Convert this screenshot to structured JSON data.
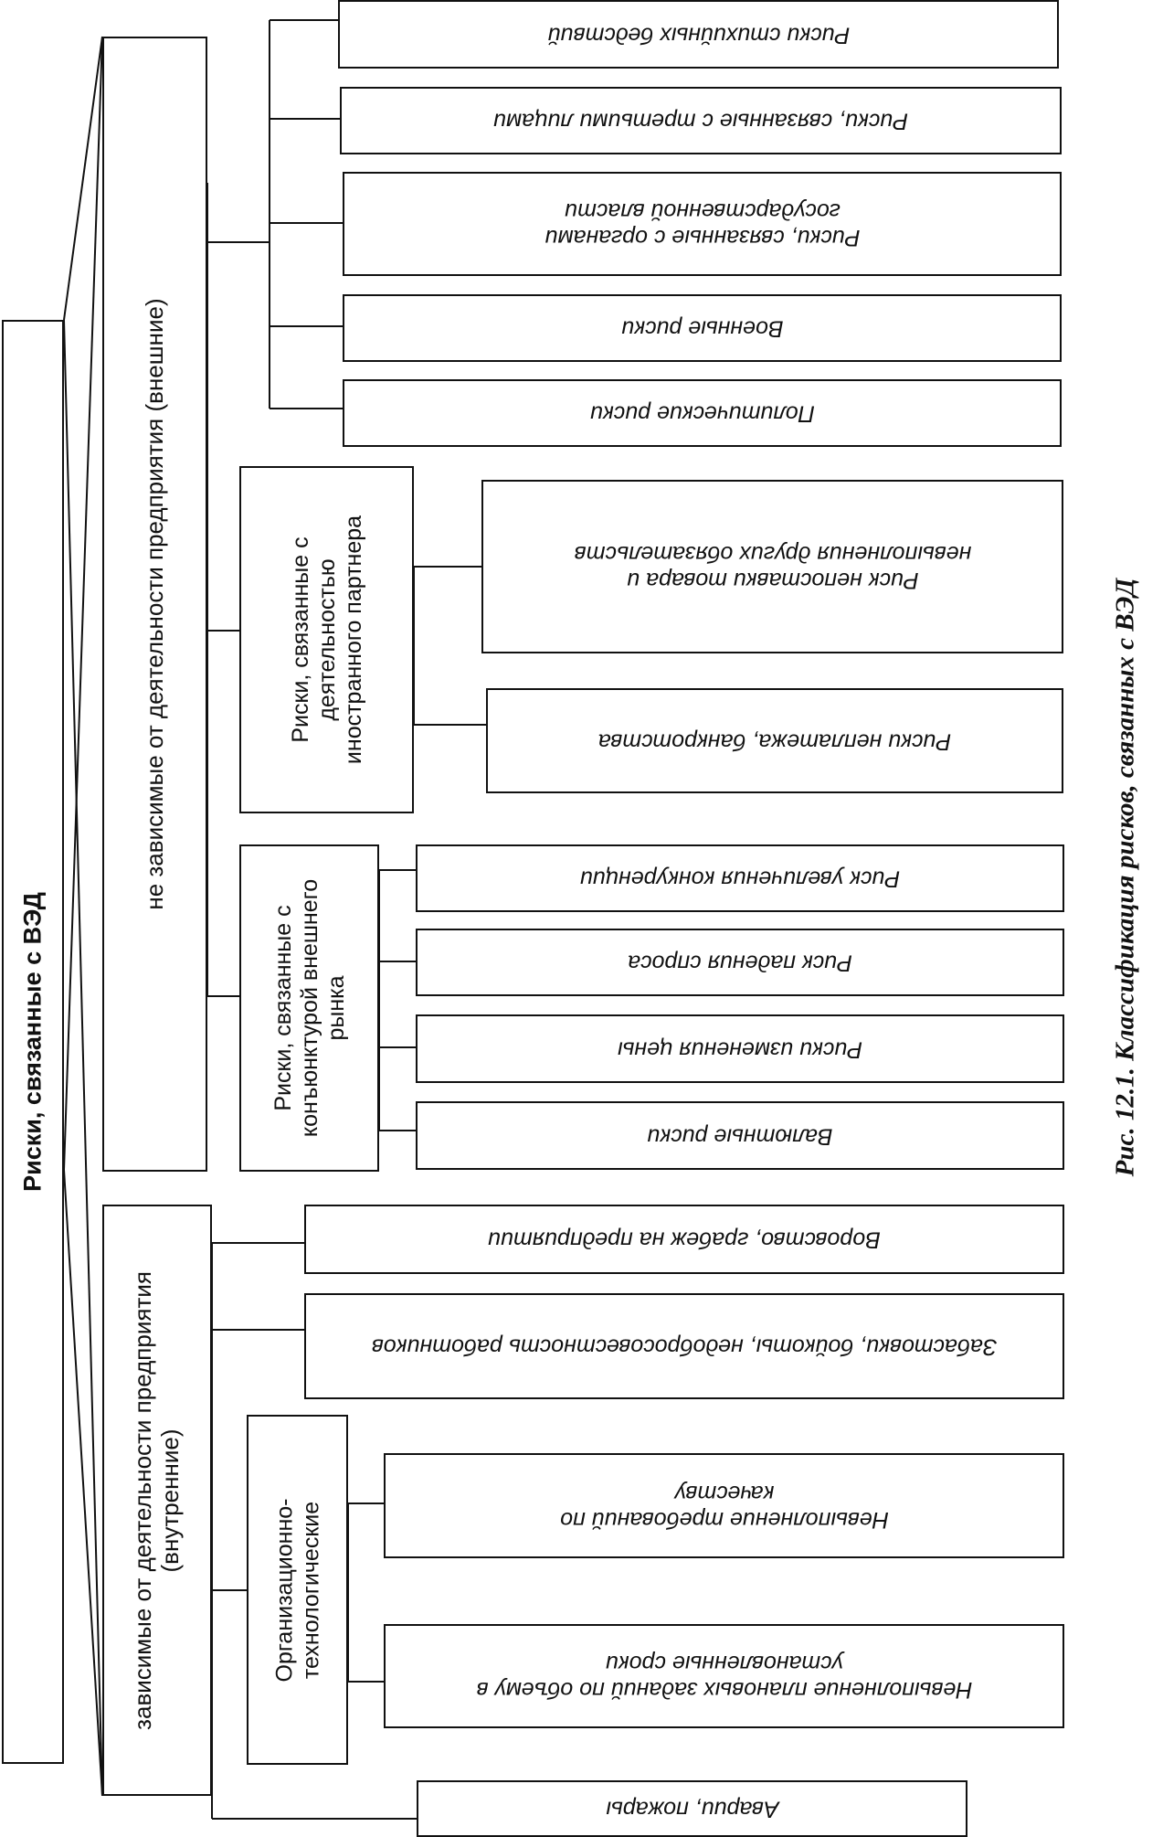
{
  "root": "Риски, связанные с ВЭД",
  "external": {
    "label": "не зависимые от деятельности предприятия (внешние)",
    "general": [
      "Риски стихийных бедствий",
      "Риски, связанные с третьими лицами",
      "Риски, связанные с органами государственной власти",
      "Военные риски",
      "Политические риски"
    ],
    "partner": {
      "label": "Риски, связанные с деятельностью иностранного партнера",
      "items": [
        "Риск непоставки товара и невыполнения других обязательств",
        "Риски неплатежа, банкротства"
      ]
    },
    "market": {
      "label": "Риски, связанные с конъюнктурой внешнего рынка",
      "items": [
        "Риск увеличения конкуренции",
        "Риск падения спроса",
        "Риски изменения цены",
        "Валютные риски"
      ]
    }
  },
  "internal": {
    "label": "зависимые от деятельности предприятия (внутренние)",
    "direct": [
      "Воровство, грабеж на предприятии",
      "Забастовки, бойкоты, недобросовестность работников"
    ],
    "orgtech": {
      "label": "Организационно-технологические",
      "items": [
        "Невыполнение требований по качеству",
        "Невыполнение плановых заданий по объему в установленные сроки"
      ]
    },
    "last": "Аварии, пожары"
  },
  "caption": "Рис. 12.1. Классификация рисков, связанных с ВЭД"
}
